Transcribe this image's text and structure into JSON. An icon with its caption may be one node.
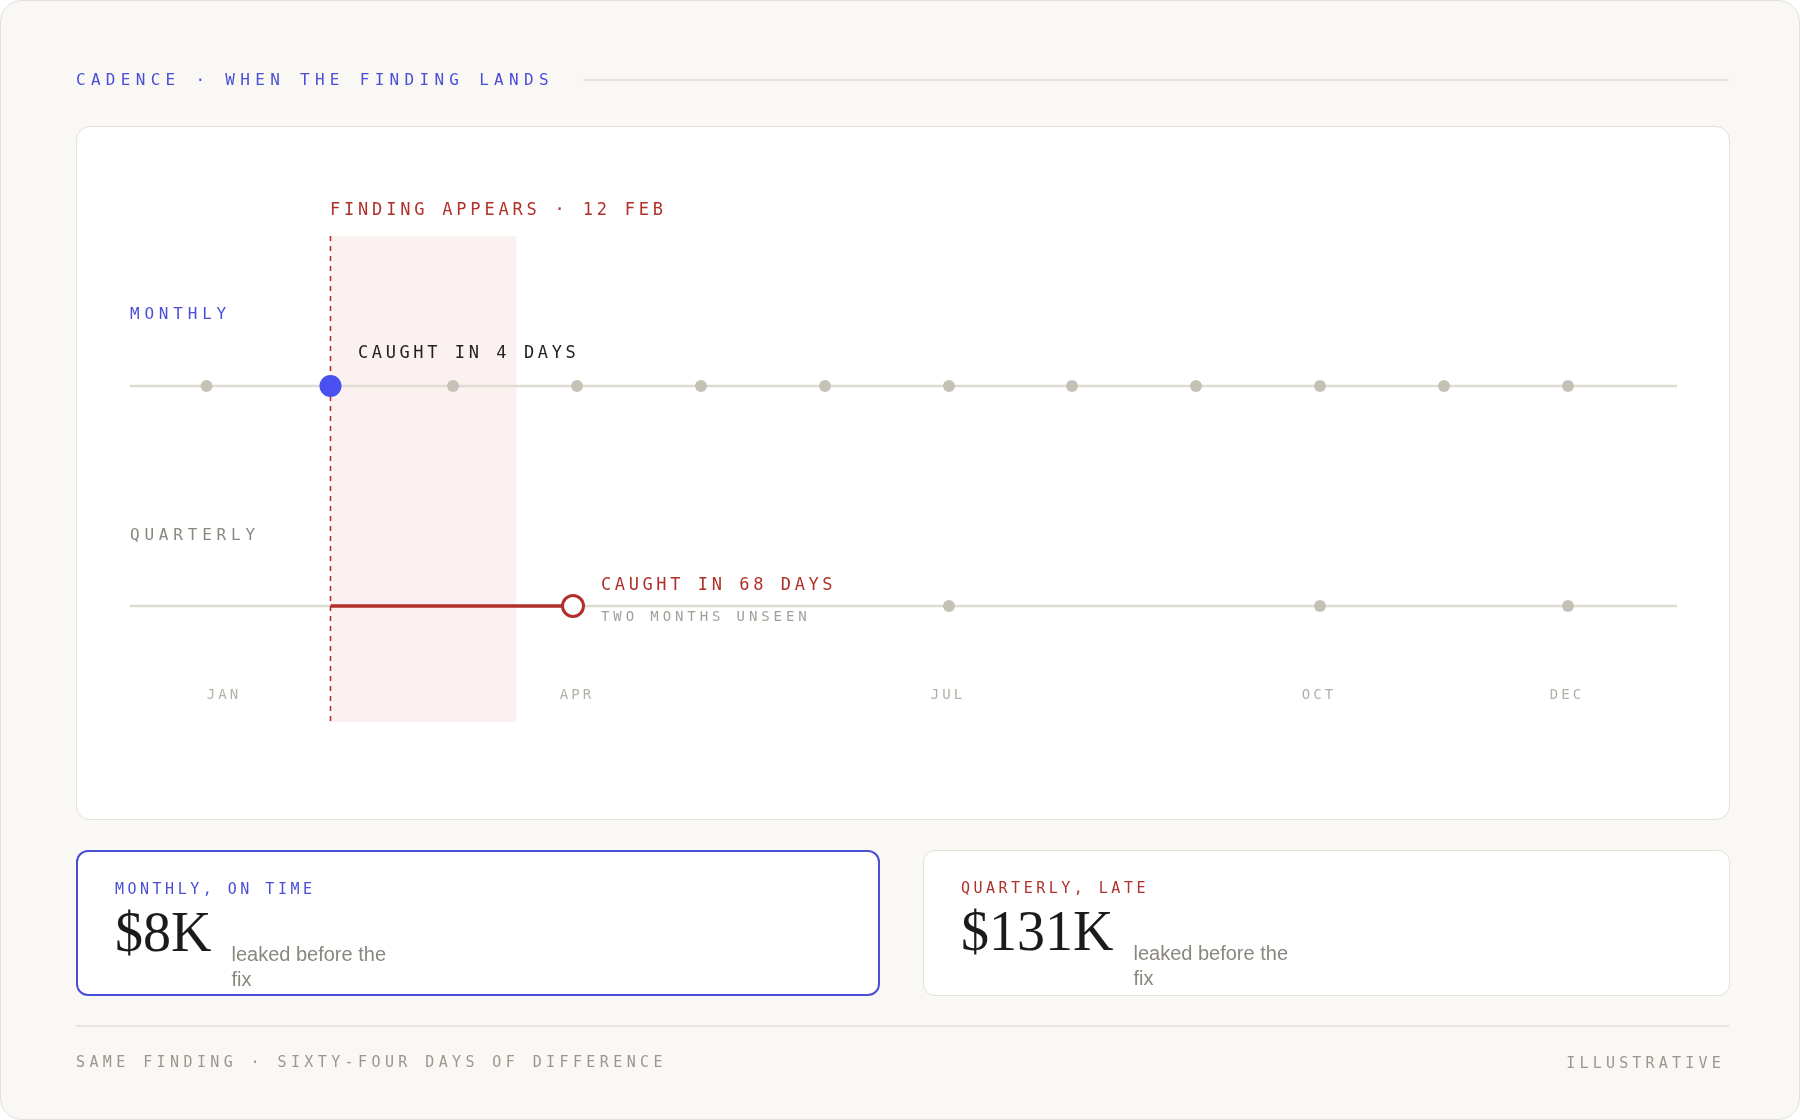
{
  "diagram": {
    "title": "CADENCE · WHEN THE FINDING LANDS",
    "caption": "SAME FINDING · SIXTY-FOUR DAYS OF DIFFERENCE",
    "nodes": [
      {
        "text": [
          "MONTHLY, ON TIME",
          "$8K",
          "leaked before the fix"
        ]
      },
      {
        "text": [
          "QUARTERLY, LATE",
          "$131K",
          "leaked before the fix"
        ]
      }
    ],
    "labels": [
      "FINDING APPEARS · 12 FEB",
      "MONTHLY",
      "CAUGHT IN 4 DAYS",
      "QUARTERLY",
      "CAUGHT IN 68 DAYS",
      "TWO MONTHS UNSEEN",
      "JAN",
      "APR",
      "JUL",
      "OCT",
      "DEC",
      "ILLUSTRATIVE"
    ]
  }
}
